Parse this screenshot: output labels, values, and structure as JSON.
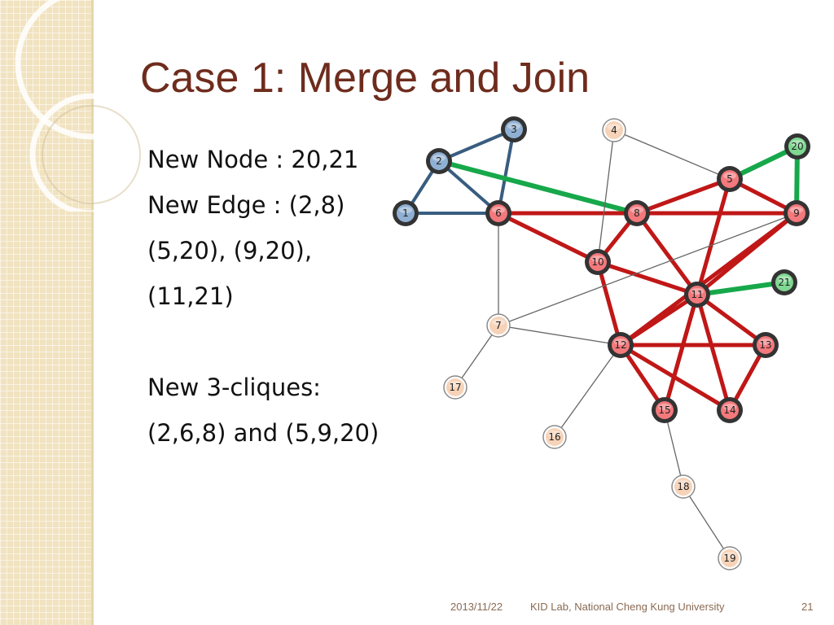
{
  "slide": {
    "title": "Case 1: Merge and Join",
    "body_lines": [
      "New Node : 20,21",
      "New Edge : (2,8)",
      "(5,20), (9,20),",
      "(11,21)",
      "",
      "New 3-cliques:",
      "(2,6,8) and (5,9,20)"
    ],
    "footer": {
      "date": "2013/11/22",
      "organization": "KID Lab, National Cheng Kung University",
      "page_number": "21"
    }
  },
  "graph": {
    "colors": {
      "blue": "#385d80",
      "red": "#c01717",
      "green": "#16a84a",
      "gray": "#666666",
      "node_blue": "#8fb0d2",
      "node_red": "#f3797c",
      "node_green": "#7fd891",
      "node_peach": "#f6d3b8",
      "node_ring": "#333333",
      "node_ring_light": "#8a8a8a"
    },
    "nodes": [
      {
        "id": "1",
        "group": "blue"
      },
      {
        "id": "2",
        "group": "blue"
      },
      {
        "id": "3",
        "group": "blue"
      },
      {
        "id": "4",
        "group": "peach"
      },
      {
        "id": "5",
        "group": "red"
      },
      {
        "id": "6",
        "group": "red"
      },
      {
        "id": "7",
        "group": "peach"
      },
      {
        "id": "8",
        "group": "red"
      },
      {
        "id": "9",
        "group": "red"
      },
      {
        "id": "10",
        "group": "red"
      },
      {
        "id": "11",
        "group": "red"
      },
      {
        "id": "12",
        "group": "red"
      },
      {
        "id": "13",
        "group": "red"
      },
      {
        "id": "14",
        "group": "red"
      },
      {
        "id": "15",
        "group": "red"
      },
      {
        "id": "16",
        "group": "peach"
      },
      {
        "id": "17",
        "group": "peach"
      },
      {
        "id": "18",
        "group": "peach"
      },
      {
        "id": "19",
        "group": "peach"
      },
      {
        "id": "20",
        "group": "green"
      },
      {
        "id": "21",
        "group": "green"
      }
    ],
    "edges": [
      {
        "from": "1",
        "to": "2",
        "type": "blue"
      },
      {
        "from": "1",
        "to": "6",
        "type": "blue"
      },
      {
        "from": "2",
        "to": "3",
        "type": "blue"
      },
      {
        "from": "2",
        "to": "6",
        "type": "blue"
      },
      {
        "from": "3",
        "to": "6",
        "type": "blue"
      },
      {
        "from": "2",
        "to": "8",
        "type": "green"
      },
      {
        "from": "5",
        "to": "20",
        "type": "green"
      },
      {
        "from": "9",
        "to": "20",
        "type": "green"
      },
      {
        "from": "11",
        "to": "21",
        "type": "green"
      },
      {
        "from": "6",
        "to": "8",
        "type": "red"
      },
      {
        "from": "8",
        "to": "9",
        "type": "red"
      },
      {
        "from": "8",
        "to": "5",
        "type": "red"
      },
      {
        "from": "5",
        "to": "9",
        "type": "red"
      },
      {
        "from": "8",
        "to": "10",
        "type": "red"
      },
      {
        "from": "8",
        "to": "11",
        "type": "red"
      },
      {
        "from": "6",
        "to": "10",
        "type": "red"
      },
      {
        "from": "10",
        "to": "11",
        "type": "red"
      },
      {
        "from": "10",
        "to": "12",
        "type": "red"
      },
      {
        "from": "9",
        "to": "11",
        "type": "red"
      },
      {
        "from": "9",
        "to": "12",
        "type": "red"
      },
      {
        "from": "5",
        "to": "15",
        "type": "red"
      },
      {
        "from": "11",
        "to": "12",
        "type": "red"
      },
      {
        "from": "11",
        "to": "13",
        "type": "red"
      },
      {
        "from": "11",
        "to": "14",
        "type": "red"
      },
      {
        "from": "11",
        "to": "15",
        "type": "red"
      },
      {
        "from": "12",
        "to": "13",
        "type": "red"
      },
      {
        "from": "12",
        "to": "14",
        "type": "red"
      },
      {
        "from": "12",
        "to": "15",
        "type": "red"
      },
      {
        "from": "13",
        "to": "14",
        "type": "red"
      },
      {
        "from": "4",
        "to": "5",
        "type": "gray"
      },
      {
        "from": "4",
        "to": "10",
        "type": "gray"
      },
      {
        "from": "6",
        "to": "7",
        "type": "gray"
      },
      {
        "from": "7",
        "to": "9",
        "type": "gray"
      },
      {
        "from": "7",
        "to": "12",
        "type": "gray"
      },
      {
        "from": "7",
        "to": "17",
        "type": "gray"
      },
      {
        "from": "12",
        "to": "16",
        "type": "gray"
      },
      {
        "from": "15",
        "to": "18",
        "type": "gray"
      },
      {
        "from": "18",
        "to": "19",
        "type": "gray"
      }
    ]
  }
}
